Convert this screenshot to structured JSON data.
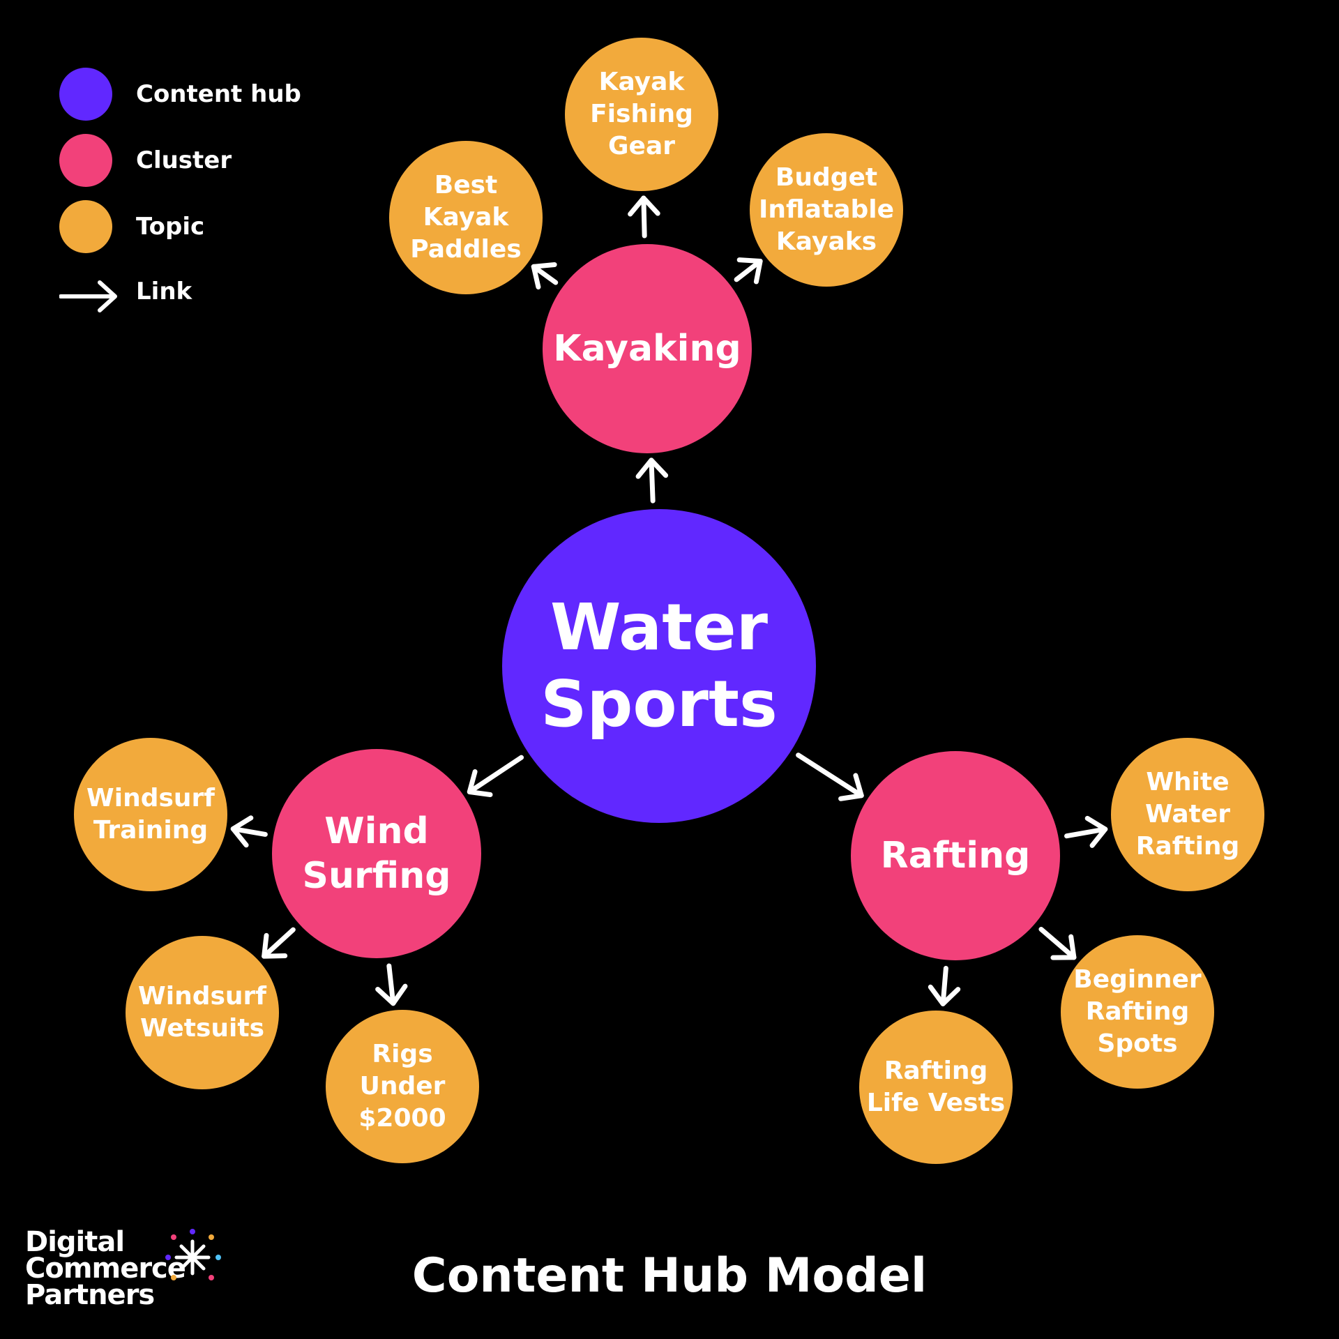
{
  "legend": [
    {
      "label": "Content hub",
      "color": "#6128FF",
      "kind": "circle"
    },
    {
      "label": "Cluster",
      "color": "#F2417A",
      "kind": "circle"
    },
    {
      "label": "Topic",
      "color": "#F2AA3C",
      "kind": "circle"
    },
    {
      "label": "Link",
      "kind": "arrow-icon"
    }
  ],
  "hub": {
    "lines": [
      "Water",
      "Sports"
    ],
    "color": "#6128FF"
  },
  "clusters": [
    {
      "id": "kayaking",
      "lines": [
        "Kayaking"
      ],
      "color": "#F2417A",
      "topics": [
        {
          "lines": [
            "Best",
            "Kayak",
            "Paddles"
          ]
        },
        {
          "lines": [
            "Kayak",
            "Fishing",
            "Gear"
          ]
        },
        {
          "lines": [
            "Budget",
            "Inflatable",
            "Kayaks"
          ]
        }
      ]
    },
    {
      "id": "windsurfing",
      "lines": [
        "Wind",
        "Surfing"
      ],
      "color": "#F2417A",
      "topics": [
        {
          "lines": [
            "Windsurf",
            "Training"
          ]
        },
        {
          "lines": [
            "Windsurf",
            "Wetsuits"
          ]
        },
        {
          "lines": [
            "Rigs",
            "Under",
            "$2000"
          ]
        }
      ]
    },
    {
      "id": "rafting",
      "lines": [
        "Rafting"
      ],
      "color": "#F2417A",
      "topics": [
        {
          "lines": [
            "White",
            "Water",
            "Rafting"
          ]
        },
        {
          "lines": [
            "Beginner",
            "Rafting",
            "Spots"
          ]
        },
        {
          "lines": [
            "Rafting",
            "Life Vests"
          ]
        }
      ]
    }
  ],
  "topic_color": "#F2AA3C",
  "title": "Content Hub Model",
  "logo": {
    "lines": [
      "Digital",
      "Commerce",
      "Partners"
    ]
  }
}
